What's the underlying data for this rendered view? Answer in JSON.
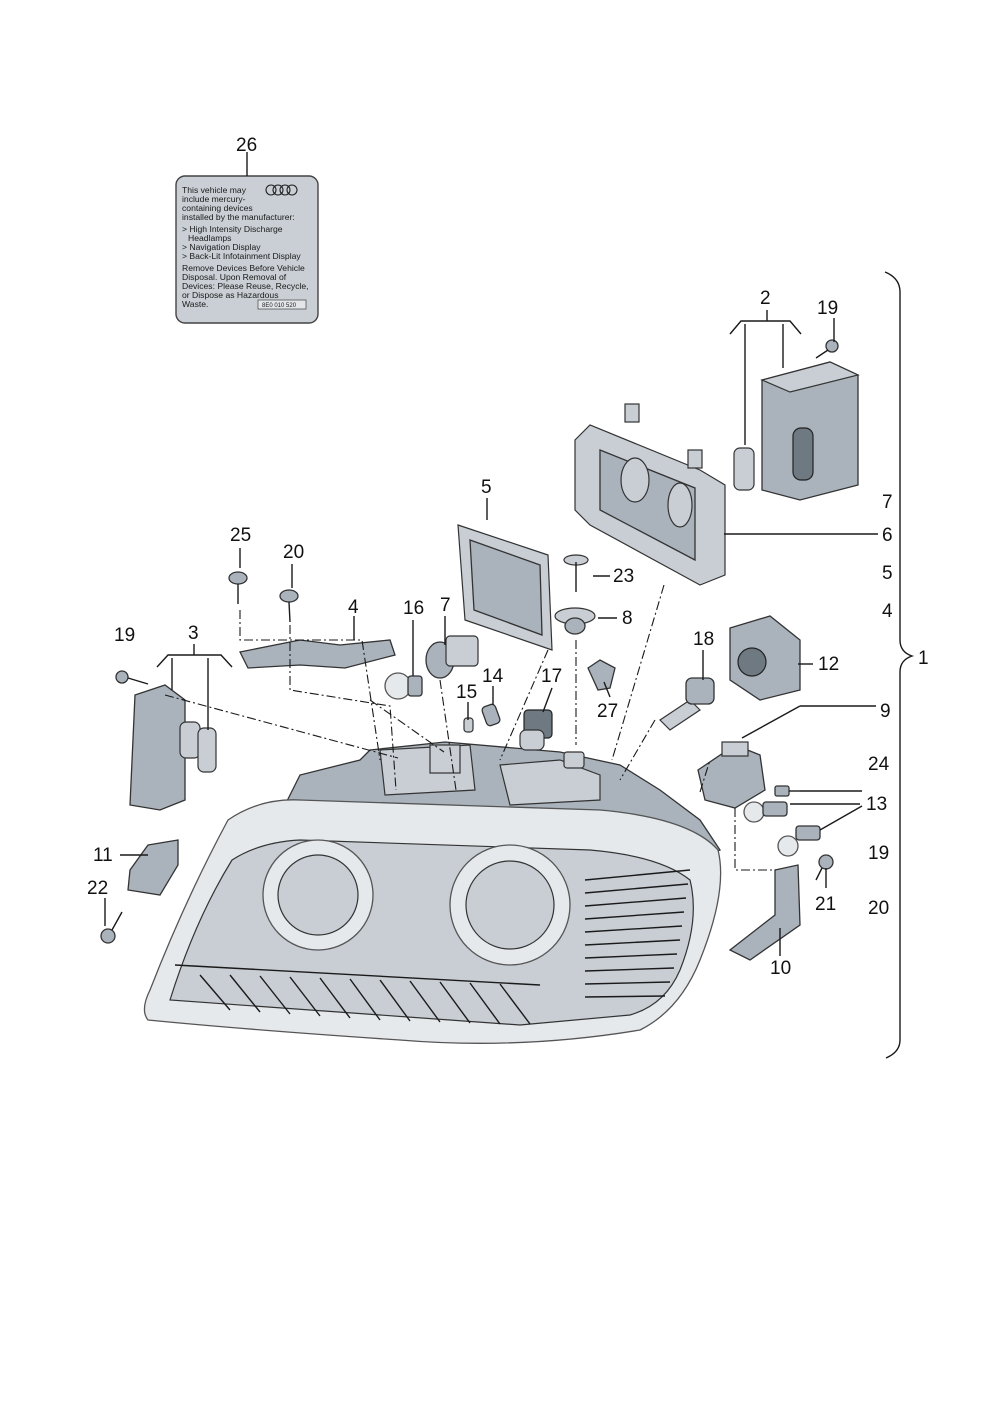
{
  "callouts": {
    "n1": "1",
    "n2": "2",
    "n3": "3",
    "n4": "4",
    "n5": "5",
    "n6": "6",
    "n7": "7",
    "n8": "8",
    "n9": "9",
    "n10": "10",
    "n11": "11",
    "n12": "12",
    "n13": "13",
    "n14": "14",
    "n15": "15",
    "n16": "16",
    "n17": "17",
    "n18": "18",
    "n19a": "19",
    "n19b": "19",
    "n19c": "19",
    "n20a": "20",
    "n20b": "20",
    "n21": "21",
    "n22": "22",
    "n23": "23",
    "n24": "24",
    "n25": "25",
    "n26": "26",
    "n27": "27"
  },
  "brace_list": {
    "items": [
      "7",
      "6",
      "5",
      "4"
    ],
    "lower_items": [
      "19",
      "20"
    ],
    "total": "1"
  },
  "warning_label": {
    "line1": "This vehicle may",
    "line2": "include mercury-",
    "line3": "containing devices",
    "line4": "installed by the manufacturer:",
    "item1": "> High Intensity Discharge",
    "item1b": "Headlamps",
    "item2": "> Navigation Display",
    "item3": "> Back-Lit Infotainment Display",
    "body1": "Remove Devices Before Vehicle",
    "body2": "Disposal. Upon Removal of",
    "body3": "Devices: Please Reuse, Recycle,",
    "body4": "or Dispose as Hazardous",
    "body5": "Waste.",
    "code": "8E0 010 520"
  },
  "colors": {
    "part_fill": "#aab3bc",
    "label_fill": "#c9cfd5",
    "line": "#1a1a1a"
  }
}
